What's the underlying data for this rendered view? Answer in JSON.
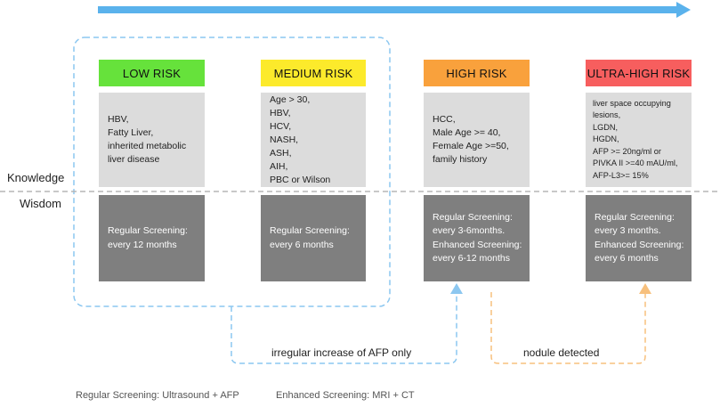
{
  "side_labels": {
    "knowledge": "Knowledge",
    "wisdom": "Wisdom"
  },
  "colors": {
    "low": "#66e23b",
    "medium": "#fcea2b",
    "high": "#f9a13c",
    "ultra": "#f75e5e",
    "timeline_arrow": "#5ab2ec",
    "blue_dash": "#8cc7f0",
    "orange_dash": "#f7c07d",
    "knowledge_bg": "#dcdcdc",
    "wisdom_bg": "#7f7f7f"
  },
  "columns": [
    {
      "key": "low",
      "label": "LOW RISK",
      "knowledge": [
        "HBV,",
        "Fatty Liver,",
        "inherited metabolic",
        "liver disease"
      ],
      "wisdom": [
        "Regular Screening:",
        "every 12 months"
      ]
    },
    {
      "key": "medium",
      "label": "MEDIUM RISK",
      "knowledge": [
        "Age > 30,",
        "HBV,",
        "HCV,",
        "NASH,",
        "ASH,",
        "AIH,",
        "PBC or Wilson"
      ],
      "wisdom": [
        "Regular Screening:",
        "every 6 months"
      ]
    },
    {
      "key": "high",
      "label": "HIGH RISK",
      "knowledge": [
        "HCC,",
        "Male Age >= 40,",
        "Female Age >=50,",
        "family history"
      ],
      "wisdom": [
        "Regular Screening:",
        "every 3-6months.",
        "Enhanced Screening:",
        "every 6-12 months"
      ]
    },
    {
      "key": "ultra",
      "label": "ULTRA-HIGH RISK",
      "knowledge": [
        "liver space occupying",
        "lesions,",
        "LGDN,",
        "HGDN,",
        "AFP >= 20ng/ml or",
        "PIVKA II >=40 mAU/ml,",
        "AFP-L3>= 15%"
      ],
      "wisdom": [
        "Regular Screening:",
        "every 3 months.",
        "Enhanced Screening:",
        "every 6 months"
      ]
    }
  ],
  "flows": {
    "afp": "irregular increase of AFP only",
    "nodule": "nodule detected"
  },
  "legend": {
    "regular": "Regular Screening:  Ultrasound + AFP",
    "enhanced": "Enhanced Screening: MRI + CT"
  }
}
